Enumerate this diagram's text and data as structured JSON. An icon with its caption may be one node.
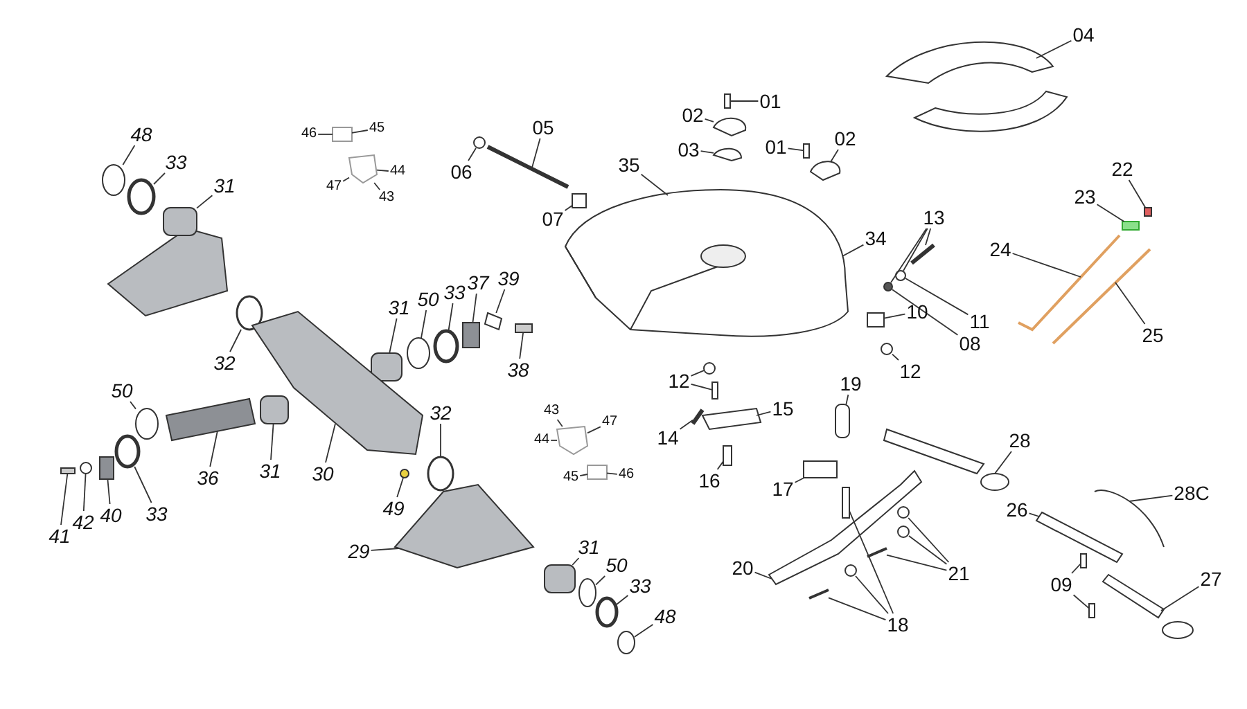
{
  "diagram": {
    "nodes": [
      {
        "text": [
          "48"
        ]
      },
      {
        "text": [
          "33"
        ]
      },
      {
        "text": [
          "31"
        ]
      },
      {
        "text": [
          "46"
        ]
      },
      {
        "text": [
          "45"
        ]
      },
      {
        "text": [
          "44"
        ]
      },
      {
        "text": [
          "47"
        ]
      },
      {
        "text": [
          "43"
        ]
      },
      {
        "text": [
          "05"
        ]
      },
      {
        "text": [
          "06"
        ]
      },
      {
        "text": [
          "07"
        ]
      },
      {
        "text": [
          "01"
        ]
      },
      {
        "text": [
          "02"
        ]
      },
      {
        "text": [
          "03"
        ]
      },
      {
        "text": [
          "01"
        ]
      },
      {
        "text": [
          "02"
        ]
      },
      {
        "text": [
          "35"
        ]
      },
      {
        "text": [
          "04"
        ]
      },
      {
        "text": [
          "22"
        ]
      },
      {
        "text": [
          "23"
        ]
      },
      {
        "text": [
          "13"
        ]
      },
      {
        "text": [
          "34"
        ]
      },
      {
        "text": [
          "24"
        ]
      },
      {
        "text": [
          "39"
        ]
      },
      {
        "text": [
          "37"
        ]
      },
      {
        "text": [
          "33"
        ]
      },
      {
        "text": [
          "50"
        ]
      },
      {
        "text": [
          "31"
        ]
      },
      {
        "text": [
          "11"
        ]
      },
      {
        "text": [
          "10"
        ]
      },
      {
        "text": [
          "08"
        ]
      },
      {
        "text": [
          "25"
        ]
      },
      {
        "text": [
          "32"
        ]
      },
      {
        "text": [
          "38"
        ]
      },
      {
        "text": [
          "12"
        ]
      },
      {
        "text": [
          "12"
        ]
      },
      {
        "text": [
          "19"
        ]
      },
      {
        "text": [
          "50"
        ]
      },
      {
        "text": [
          "15"
        ]
      },
      {
        "text": [
          "43"
        ]
      },
      {
        "text": [
          "32"
        ]
      },
      {
        "text": [
          "47"
        ]
      },
      {
        "text": [
          "14"
        ]
      },
      {
        "text": [
          "44"
        ]
      },
      {
        "text": [
          "28"
        ]
      },
      {
        "text": [
          "45"
        ]
      },
      {
        "text": [
          "46"
        ]
      },
      {
        "text": [
          "16"
        ]
      },
      {
        "text": [
          "36"
        ]
      },
      {
        "text": [
          "31"
        ]
      },
      {
        "text": [
          "30"
        ]
      },
      {
        "text": [
          "17"
        ]
      },
      {
        "text": [
          "28C"
        ]
      },
      {
        "text": [
          "49"
        ]
      },
      {
        "text": [
          "26"
        ]
      },
      {
        "text": [
          "33"
        ]
      },
      {
        "text": [
          "40"
        ]
      },
      {
        "text": [
          "42"
        ]
      },
      {
        "text": [
          "41"
        ]
      },
      {
        "text": [
          "29"
        ]
      },
      {
        "text": [
          "31"
        ]
      },
      {
        "text": [
          "50"
        ]
      },
      {
        "text": [
          "20"
        ]
      },
      {
        "text": [
          "21"
        ]
      },
      {
        "text": [
          "09"
        ]
      },
      {
        "text": [
          "27"
        ]
      },
      {
        "text": [
          "33"
        ]
      },
      {
        "text": [
          "48"
        ]
      },
      {
        "text": [
          "18"
        ]
      },
      {
        "text": [],
        "shape": "circle"
      },
      {
        "text": [],
        "shape": "circle"
      },
      {
        "text": [],
        "shape": "box"
      },
      {
        "text": [],
        "shape": "box"
      },
      {
        "text": [],
        "shape": "picture"
      },
      {
        "text": [],
        "shape": "bar"
      },
      {
        "text": [],
        "shape": "circle"
      },
      {
        "text": [],
        "shape": "box"
      },
      {
        "text": [],
        "shape": "box"
      },
      {
        "text": [],
        "shape": "picture"
      },
      {
        "text": [],
        "shape": "picture"
      },
      {
        "text": [],
        "shape": "box"
      },
      {
        "text": [],
        "shape": "picture"
      },
      {
        "text": [],
        "shape": "picture"
      },
      {
        "text": [],
        "shape": "picture"
      },
      {
        "text": [],
        "shape": "box"
      },
      {
        "text": [],
        "shape": "box"
      },
      {
        "text": [],
        "shape": "bar"
      },
      {
        "text": [],
        "shape": "circle"
      },
      {
        "text": [],
        "shape": "circle"
      },
      {
        "text": [],
        "shape": "picture"
      },
      {
        "text": [],
        "shape": "picture"
      },
      {
        "text": [],
        "shape": "box"
      },
      {
        "text": [],
        "shape": "circle"
      },
      {
        "text": [],
        "shape": "circle"
      },
      {
        "text": [],
        "shape": "box"
      },
      {
        "text": [],
        "shape": "box"
      },
      {
        "text": [],
        "shape": "picture"
      },
      {
        "text": [],
        "shape": "circle"
      },
      {
        "text": [],
        "shape": "box"
      },
      {
        "text": [],
        "shape": "circle"
      },
      {
        "text": [],
        "shape": "box"
      },
      {
        "text": [],
        "shape": "circle"
      },
      {
        "text": [],
        "shape": "box"
      },
      {
        "text": [],
        "shape": "circle"
      },
      {
        "text": [],
        "shape": "picture"
      },
      {
        "text": [],
        "shape": "picture"
      },
      {
        "text": [],
        "shape": "circle"
      },
      {
        "text": [],
        "shape": "bar"
      },
      {
        "text": [],
        "shape": "picture"
      },
      {
        "text": [],
        "shape": "box"
      },
      {
        "text": [],
        "shape": "box"
      },
      {
        "text": [],
        "shape": "picture"
      },
      {
        "text": [],
        "shape": "box"
      },
      {
        "text": [],
        "shape": "picture"
      },
      {
        "text": [],
        "shape": "box"
      },
      {
        "text": [],
        "shape": "picture"
      },
      {
        "text": [],
        "shape": "circle"
      },
      {
        "text": [],
        "shape": "picture"
      },
      {
        "text": [],
        "shape": "circle"
      },
      {
        "text": [],
        "shape": "box"
      },
      {
        "text": [],
        "shape": "circle"
      },
      {
        "text": [],
        "shape": "box"
      },
      {
        "text": [],
        "shape": "picture"
      },
      {
        "text": [],
        "shape": "box"
      },
      {
        "text": [],
        "shape": "circle"
      },
      {
        "text": [],
        "shape": "picture"
      },
      {
        "text": [],
        "shape": "circle"
      },
      {
        "text": [],
        "shape": "circle"
      },
      {
        "text": [],
        "shape": "bar"
      },
      {
        "text": [],
        "shape": "box"
      },
      {
        "text": [],
        "shape": "box"
      },
      {
        "text": [],
        "shape": "picture"
      },
      {
        "text": [],
        "shape": "circle"
      },
      {
        "text": [],
        "shape": "circle"
      },
      {
        "text": [],
        "shape": "bar"
      },
      {
        "text": [],
        "shape": "box"
      },
      {
        "text": [],
        "shape": "circle"
      }
    ],
    "edges": [
      {
        "from": 0,
        "to": 69,
        "arrow": "none"
      },
      {
        "from": 1,
        "to": 70,
        "arrow": "none"
      },
      {
        "from": 2,
        "to": 71,
        "arrow": "none"
      },
      {
        "from": 3,
        "to": 72,
        "arrow": "none"
      },
      {
        "from": 4,
        "to": 72,
        "arrow": "none"
      },
      {
        "from": 5,
        "to": 73,
        "arrow": "none"
      },
      {
        "from": 6,
        "to": 73,
        "arrow": "none"
      },
      {
        "from": 7,
        "to": 73,
        "arrow": "none"
      },
      {
        "from": 8,
        "to": 74,
        "arrow": "none"
      },
      {
        "from": 9,
        "to": 75,
        "arrow": "none"
      },
      {
        "from": 10,
        "to": 76,
        "arrow": "none"
      },
      {
        "from": 11,
        "to": 77,
        "arrow": "none"
      },
      {
        "from": 12,
        "to": 78,
        "arrow": "none"
      },
      {
        "from": 13,
        "to": 79,
        "arrow": "none"
      },
      {
        "from": 14,
        "to": 80,
        "arrow": "none"
      },
      {
        "from": 15,
        "to": 81,
        "arrow": "none"
      },
      {
        "from": 16,
        "to": 82,
        "arrow": "none"
      },
      {
        "from": 17,
        "to": 83,
        "arrow": "none"
      },
      {
        "from": 18,
        "to": 84,
        "arrow": "none"
      },
      {
        "from": 19,
        "to": 85,
        "arrow": "none"
      },
      {
        "from": 20,
        "to": 86,
        "arrow": "none"
      },
      {
        "from": 20,
        "to": 87,
        "arrow": "none"
      },
      {
        "from": 20,
        "to": 88,
        "arrow": "none"
      },
      {
        "from": 21,
        "to": 82,
        "arrow": "none"
      },
      {
        "from": 22,
        "to": 89,
        "arrow": "none"
      },
      {
        "from": 23,
        "to": 90,
        "arrow": "none"
      },
      {
        "from": 24,
        "to": 91,
        "arrow": "none"
      },
      {
        "from": 25,
        "to": 92,
        "arrow": "none"
      },
      {
        "from": 26,
        "to": 93,
        "arrow": "none"
      },
      {
        "from": 27,
        "to": 94,
        "arrow": "none"
      },
      {
        "from": 28,
        "to": 87,
        "arrow": "none"
      },
      {
        "from": 29,
        "to": 95,
        "arrow": "none"
      },
      {
        "from": 30,
        "to": 88,
        "arrow": "none"
      },
      {
        "from": 31,
        "to": 96,
        "arrow": "none"
      },
      {
        "from": 32,
        "to": 97,
        "arrow": "none"
      },
      {
        "from": 33,
        "to": 98,
        "arrow": "none"
      },
      {
        "from": 34,
        "to": 99,
        "arrow": "none"
      },
      {
        "from": 34,
        "to": 100,
        "arrow": "none"
      },
      {
        "from": 35,
        "to": 101,
        "arrow": "none"
      },
      {
        "from": 36,
        "to": 102,
        "arrow": "none"
      },
      {
        "from": 37,
        "to": 103,
        "arrow": "none"
      },
      {
        "from": 38,
        "to": 104,
        "arrow": "none"
      },
      {
        "from": 39,
        "to": 105,
        "arrow": "none"
      },
      {
        "from": 40,
        "to": 106,
        "arrow": "none"
      },
      {
        "from": 41,
        "to": 105,
        "arrow": "none"
      },
      {
        "from": 42,
        "to": 107,
        "arrow": "none"
      },
      {
        "from": 43,
        "to": 105,
        "arrow": "none"
      },
      {
        "from": 44,
        "to": 108,
        "arrow": "none"
      },
      {
        "from": 45,
        "to": 109,
        "arrow": "none"
      },
      {
        "from": 46,
        "to": 109,
        "arrow": "none"
      },
      {
        "from": 47,
        "to": 110,
        "arrow": "none"
      },
      {
        "from": 48,
        "to": 111,
        "arrow": "none"
      },
      {
        "from": 49,
        "to": 112,
        "arrow": "none"
      },
      {
        "from": 50,
        "to": 113,
        "arrow": "none"
      },
      {
        "from": 51,
        "to": 114,
        "arrow": "none"
      },
      {
        "from": 52,
        "to": 115,
        "arrow": "none"
      },
      {
        "from": 53,
        "to": 116,
        "arrow": "none"
      },
      {
        "from": 54,
        "to": 117,
        "arrow": "none"
      },
      {
        "from": 55,
        "to": 118,
        "arrow": "none"
      },
      {
        "from": 56,
        "to": 119,
        "arrow": "none"
      },
      {
        "from": 57,
        "to": 120,
        "arrow": "none"
      },
      {
        "from": 58,
        "to": 121,
        "arrow": "none"
      },
      {
        "from": 59,
        "to": 122,
        "arrow": "none"
      },
      {
        "from": 60,
        "to": 123,
        "arrow": "none"
      },
      {
        "from": 61,
        "to": 124,
        "arrow": "none"
      },
      {
        "from": 62,
        "to": 125,
        "arrow": "none"
      },
      {
        "from": 63,
        "to": 126,
        "arrow": "none"
      },
      {
        "from": 63,
        "to": 127,
        "arrow": "none"
      },
      {
        "from": 63,
        "to": 128,
        "arrow": "none"
      },
      {
        "from": 64,
        "to": 129,
        "arrow": "none"
      },
      {
        "from": 64,
        "to": 130,
        "arrow": "none"
      },
      {
        "from": 65,
        "to": 131,
        "arrow": "none"
      },
      {
        "from": 66,
        "to": 132,
        "arrow": "none"
      },
      {
        "from": 67,
        "to": 133,
        "arrow": "none"
      },
      {
        "from": 68,
        "to": 134,
        "arrow": "none"
      },
      {
        "from": 68,
        "to": 135,
        "arrow": "none"
      },
      {
        "from": 68,
        "to": 136,
        "arrow": "none"
      }
    ]
  }
}
